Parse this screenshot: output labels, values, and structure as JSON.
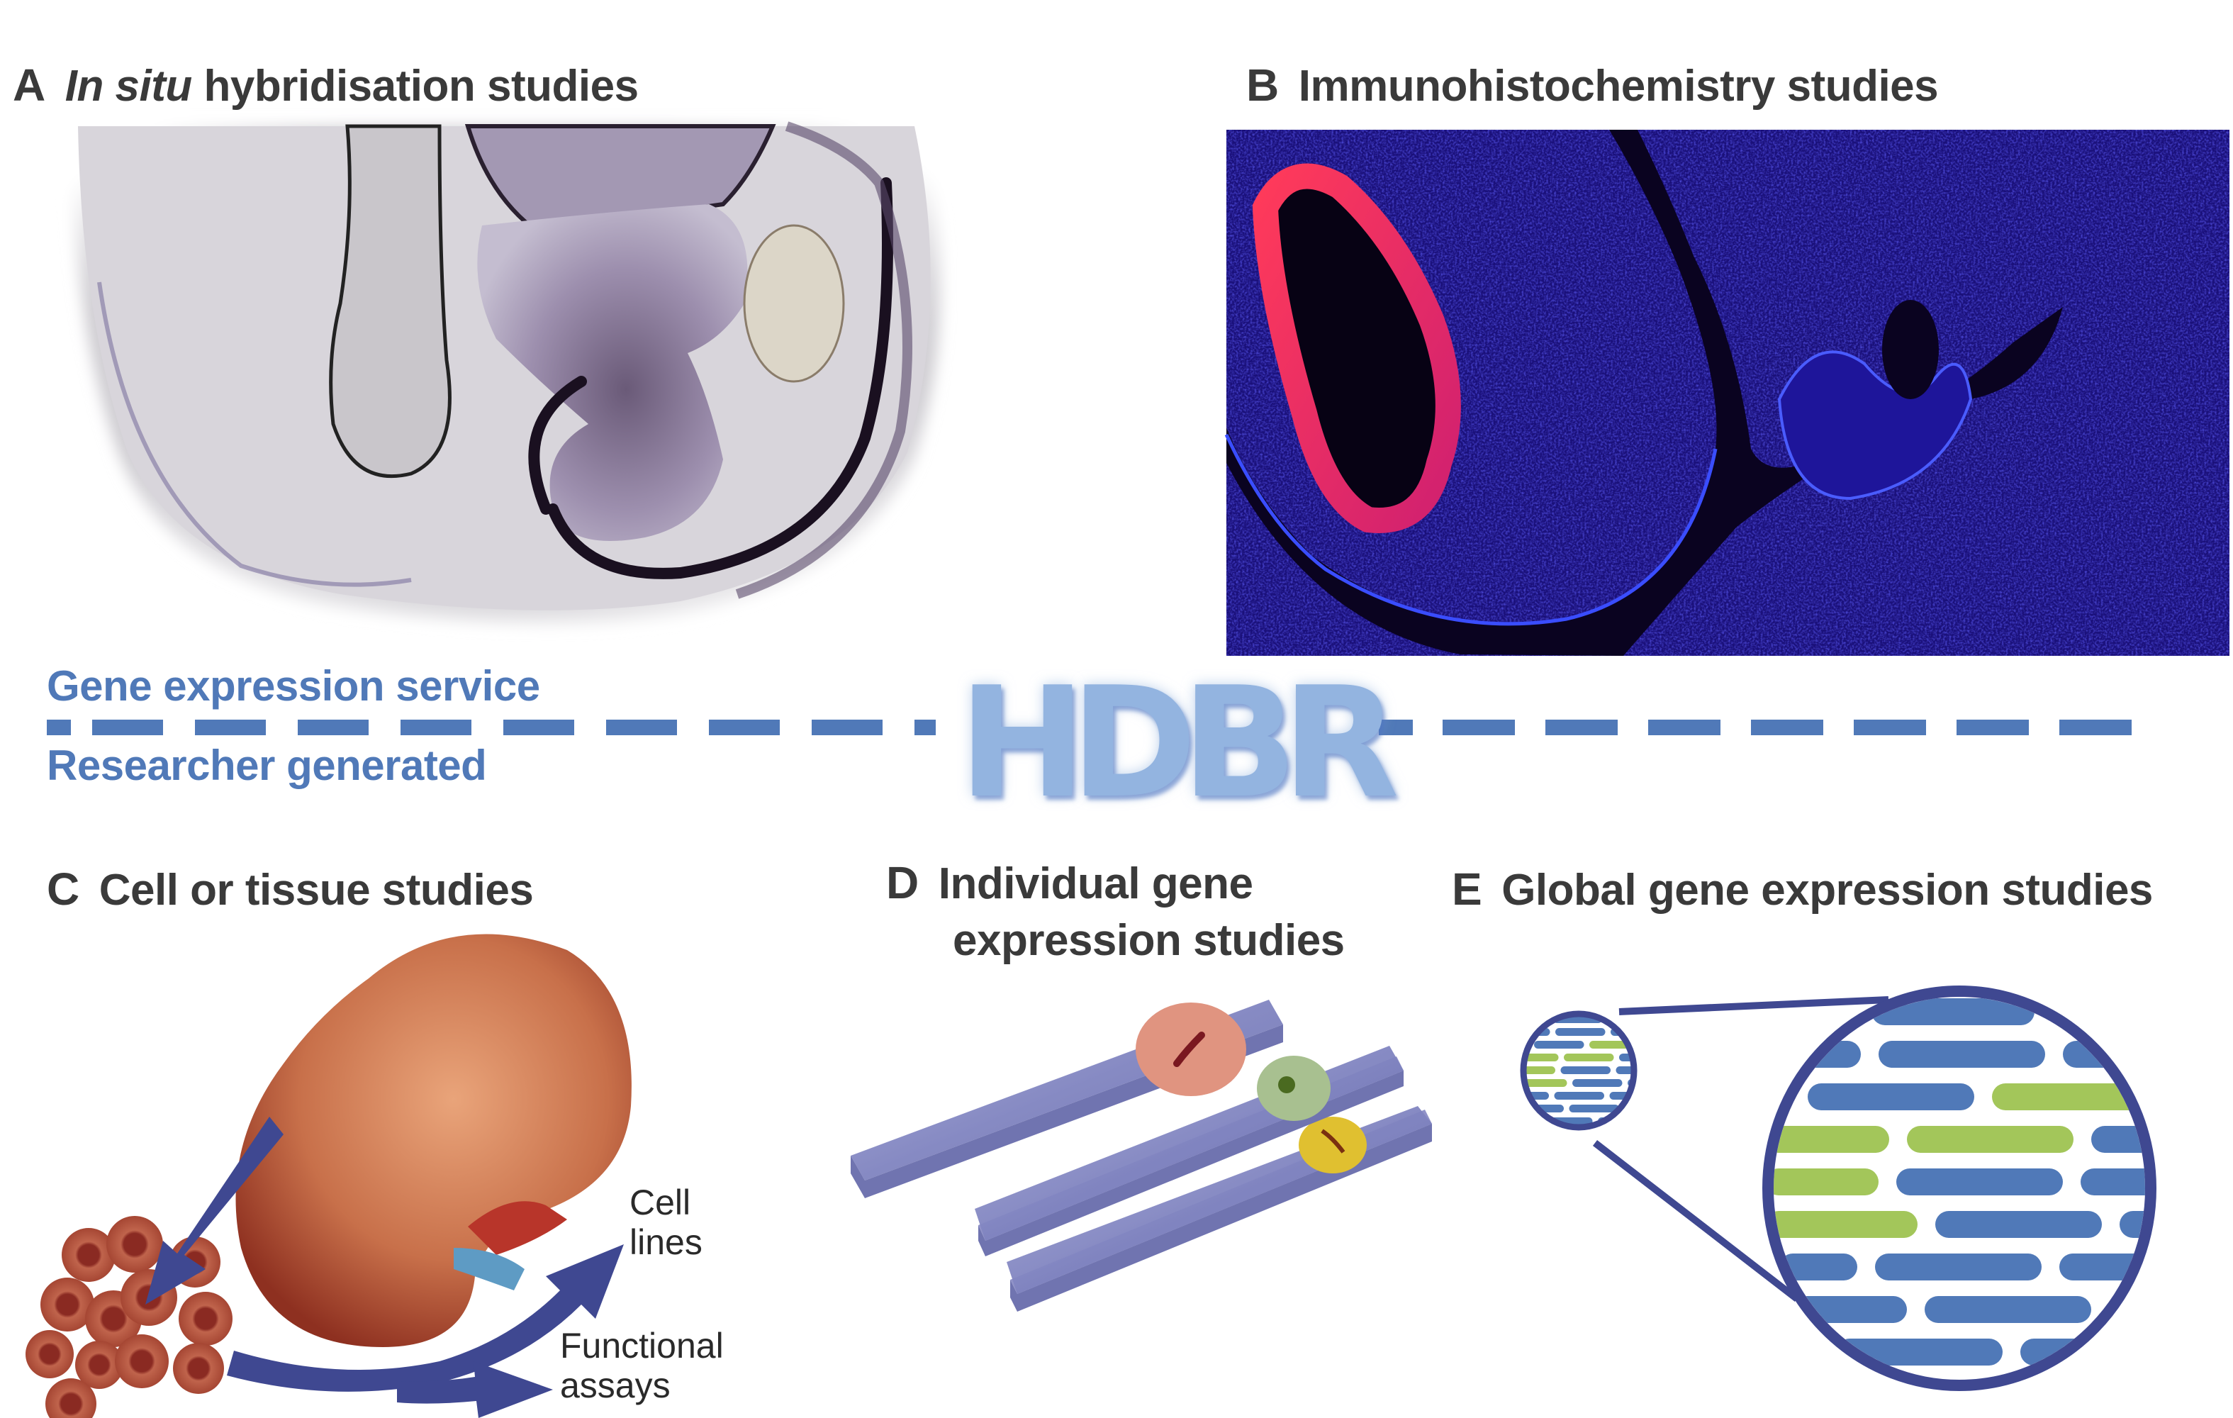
{
  "panels": {
    "A": {
      "letter": "A",
      "title_italic": "In situ",
      "title_rest": " hybridisation studies",
      "image": "in-situ-hybridisation-brain-section"
    },
    "B": {
      "letter": "B",
      "title": "Immunohistochemistry studies",
      "image": "immunofluorescence-section"
    },
    "C": {
      "letter": "C",
      "title": "Cell or tissue studies",
      "labels": {
        "cell_lines_1": "Cell",
        "cell_lines_2": "lines",
        "functional_1": "Functional",
        "functional_2": "assays"
      }
    },
    "D": {
      "letter": "D",
      "title_line1": "Individual gene",
      "title_line2": "expression studies"
    },
    "E": {
      "letter": "E",
      "title": "Global gene expression studies"
    }
  },
  "divider": {
    "upper_label": "Gene expression service",
    "lower_label": "Researcher generated",
    "logo": "HDBR"
  },
  "colors": {
    "heading_text": "#3a3a3a",
    "accent_blue": "#5079b8",
    "arrow_navy": "#3f4891",
    "array_green": "#a3c65a",
    "logo_blue": "#93b4e0"
  }
}
